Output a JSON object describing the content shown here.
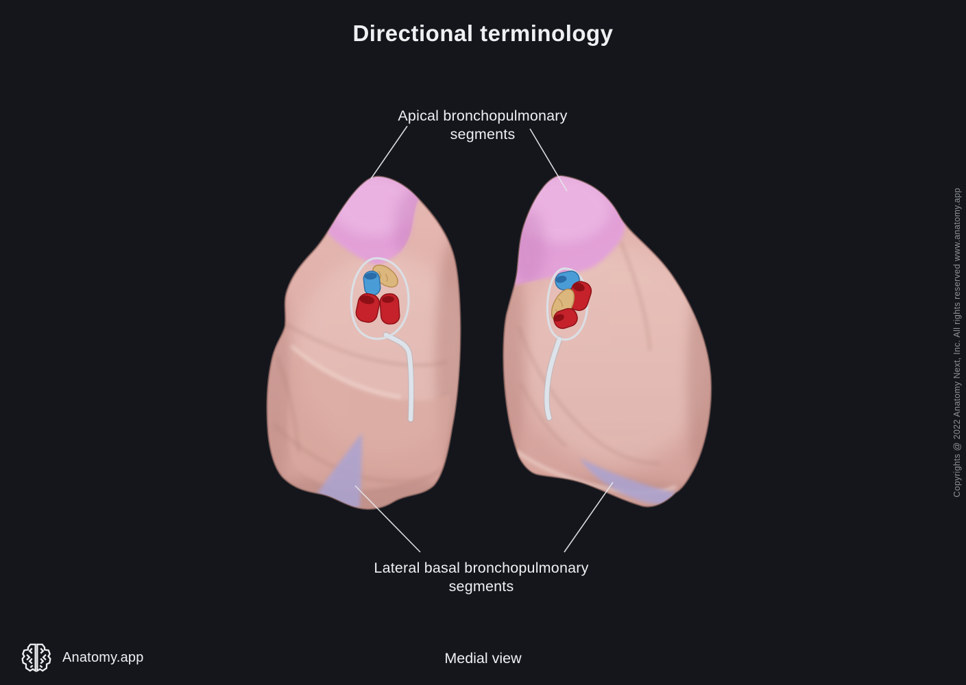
{
  "title": "Directional terminology",
  "annotations": {
    "apical": {
      "line1": "Apical bronchopulmonary",
      "line2": "segments"
    },
    "lateral_basal": {
      "line1": "Lateral basal bronchopulmonary",
      "line2": "segments"
    }
  },
  "caption": "Medial view",
  "brand": {
    "name": "Anatomy.app"
  },
  "copyright": "Copyrights @ 2022 Anatomy Next, Inc. All rights reserved www.anatomy.app",
  "colors": {
    "background": "#14161c",
    "text": "#eef0f2",
    "muted_text": "#8f9296",
    "lung_body": "#dfafa8",
    "apical_segment": "#e2a0da",
    "lateral_basal_segment": "#aaa3d2",
    "bronchus_blue": "#4a9cd6",
    "vessel_red": "#c5222b",
    "bronchus_tan": "#dcb77d",
    "leader_line": "#e6e7e9"
  }
}
